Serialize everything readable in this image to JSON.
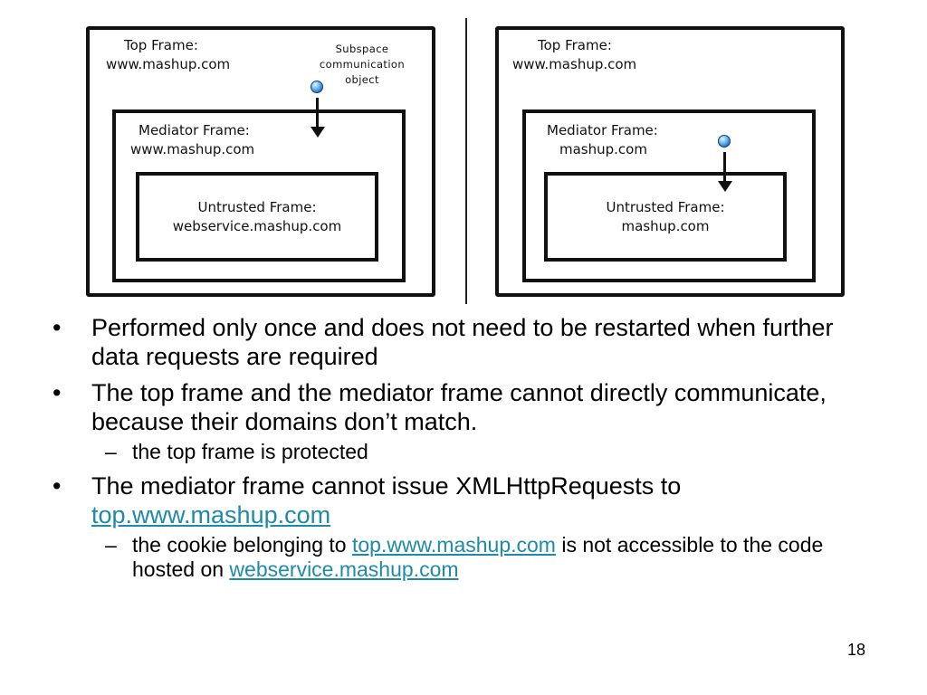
{
  "diagram": {
    "left": {
      "top_frame_title": "Top Frame:",
      "top_frame_domain": "www.mashup.com",
      "subspace_line1": "Subspace",
      "subspace_line2": "communication",
      "subspace_line3": "object",
      "mediator_title": "Mediator Frame:",
      "mediator_domain": "www.mashup.com",
      "untrusted_title": "Untrusted Frame:",
      "untrusted_domain": "webservice.mashup.com"
    },
    "right": {
      "top_frame_title": "Top Frame:",
      "top_frame_domain": "www.mashup.com",
      "mediator_title": "Mediator Frame:",
      "mediator_domain": "mashup.com",
      "untrusted_title": "Untrusted Frame:",
      "untrusted_domain": "mashup.com"
    }
  },
  "bullets": {
    "b1": "Performed only once and does not need to be restarted when further data requests are required",
    "b2": "The top frame and the mediator frame cannot directly communicate, because their domains don’t match.",
    "b2_sub": "the top frame is protected",
    "b3_text": "The mediator frame cannot issue XMLHttpRequests to",
    "b3_link": "top.www.mashup.com",
    "b3_sub_part1": "the cookie belonging to",
    "b3_sub_link1": "top.www.mashup.com",
    "b3_sub_part2": "is not accessible to the code hosted on",
    "b3_sub_link2": "webservice.mashup.com"
  },
  "markers": {
    "bullet": "•",
    "dash": "–"
  },
  "page_number": "18",
  "colors": {
    "link": "#1f8aa8",
    "dot": "#2f86d8"
  }
}
